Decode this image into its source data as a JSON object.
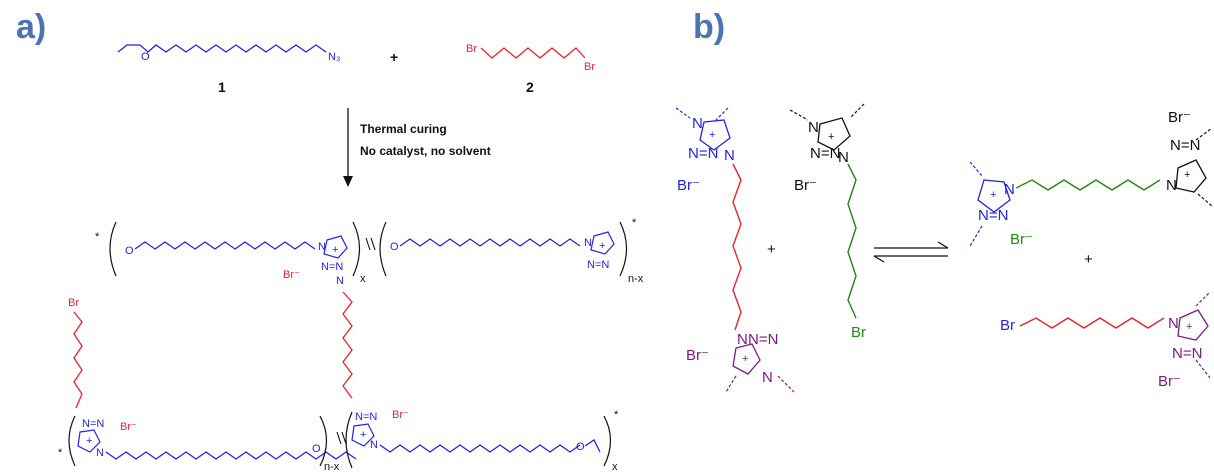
{
  "panels": {
    "a": "a)",
    "b": "b)"
  },
  "colors": {
    "label": "#4a74b5",
    "blue": "#2323e6",
    "red": "#e8242b",
    "green": "#1f8a13",
    "purple": "#7d1a82",
    "black": "#111111"
  },
  "atoms": {
    "br": "Br",
    "bromide": "Br⁻",
    "o": "O",
    "n": "N",
    "nplus": "+",
    "azide": "N₃",
    "n_eq": "N=N"
  },
  "panel_a": {
    "compound_1": "1",
    "compound_2": "2",
    "plus": "+",
    "condition_1": "Thermal curing",
    "condition_2": "No catalyst, no solvent",
    "sub_x": "x",
    "sub_nx": "n-x",
    "end_mark": "*"
  },
  "panel_b": {
    "plus_left": "+",
    "plus_right": "+"
  }
}
